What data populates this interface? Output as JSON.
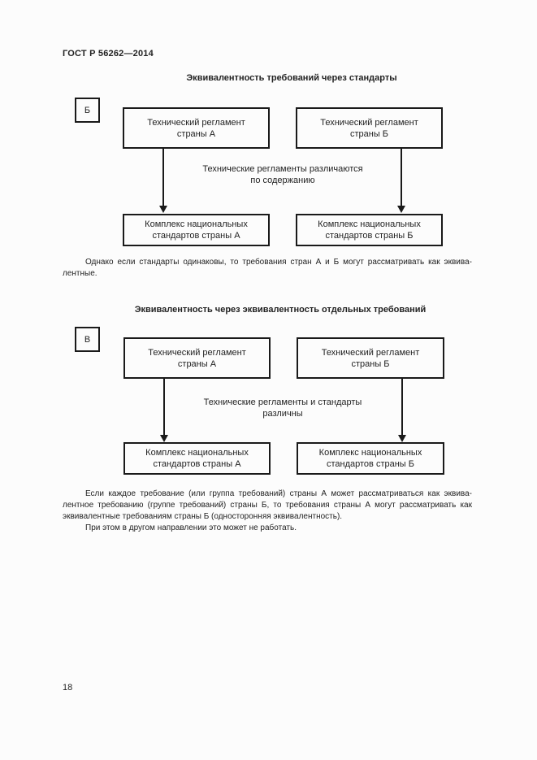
{
  "page": {
    "header": "ГОСТ Р 56262—2014",
    "page_number": "18"
  },
  "figures": {
    "b": {
      "label": "Б",
      "title": "Эквивалентность требований через стандарты",
      "top_left_box": "Технический регламент\nстраны А",
      "top_right_box": "Технический регламент\nстраны Б",
      "arrow_caption": "Технические регламенты различаются\nпо содержанию",
      "bottom_left_box": "Комплекс национальных\nстандартов страны А",
      "bottom_right_box": "Комплекс национальных\nстандартов страны Б"
    },
    "v": {
      "label": "В",
      "title": "Эквивалентность через эквивалентность отдельных требований",
      "top_left_box": "Технический регламент\nстраны А",
      "top_right_box": "Технический регламент\nстраны Б",
      "arrow_caption": "Технические регламенты и стандарты\nразличны",
      "bottom_left_box": "Комплекс национальных\nстандартов страны А",
      "bottom_right_box": "Комплекс национальных\nстандартов страны Б"
    }
  },
  "paragraphs": {
    "after_b": {
      "lines": [
        "Однако если стандарты одинаковы, то требования стран А и Б могут рассматривать как эквива-",
        "лентные."
      ]
    },
    "after_v": {
      "lines": [
        "Если каждое требование (или группа требований) страны А может рассматриваться как эквива-",
        "лентное требованию (группе требований) страны Б, то требования страны А могут рассматривать как",
        "эквивалентные требованиям страны Б (односторонняя эквивалентность).",
        "При этом в другом направлении это может не работать."
      ]
    }
  }
}
